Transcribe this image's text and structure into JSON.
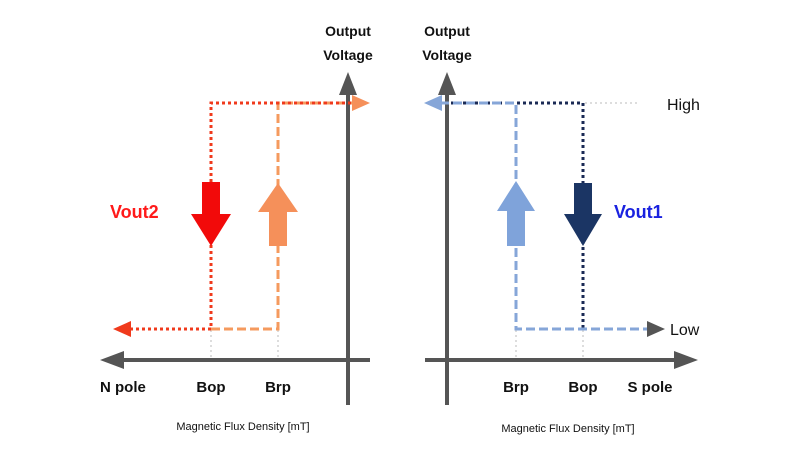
{
  "left_panel": {
    "y_axis_title_line1": "Output",
    "y_axis_title_line2": "Voltage",
    "x_left_label": "N pole",
    "tick_1": "Bop",
    "tick_2": "Brp",
    "output_label": "Vout2",
    "caption": "Magnetic Flux Density [mT]",
    "colors": {
      "vout2_path": "#f03a1c",
      "vout2_arrow": "#f20a0a",
      "brp_path": "#f59a5e",
      "brp_arrow": "#f5905a"
    }
  },
  "right_panel": {
    "y_axis_title_line1": "Output",
    "y_axis_title_line2": "Voltage",
    "high_label": "High",
    "low_label": "Low",
    "tick_1": "Brp",
    "tick_2": "Bop",
    "x_right_label": "S pole",
    "output_label": "Vout1",
    "caption": "Magnetic Flux Density [mT]",
    "colors": {
      "vout1_path": "#1a2a55",
      "vout1_arrow": "#1b3564",
      "brp_path": "#86a6d8",
      "brp_arrow": "#7fa3da",
      "label": "#1a22e0"
    }
  },
  "axis_color": "#555555"
}
